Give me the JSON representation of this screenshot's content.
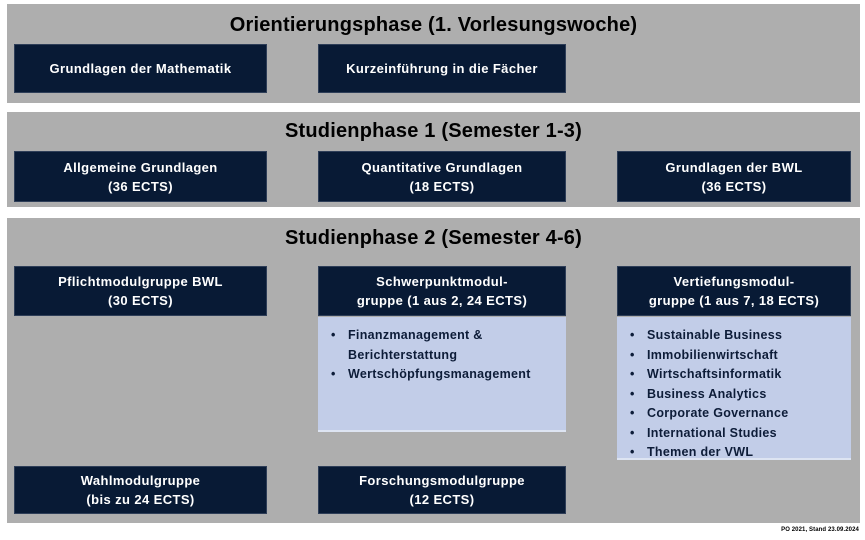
{
  "colors": {
    "band_gray": "#aeaeae",
    "module_navy": "#081a35",
    "list_light_blue": "#c2cde8"
  },
  "orientierungsphase": {
    "title": "Orientierungsphase (1. Vorlesungswoche)",
    "boxes": [
      "Grundlagen der Mathematik",
      "Kurzeinführung in die Fächer"
    ]
  },
  "studienphase1": {
    "title": "Studienphase 1 (Semester 1-3)",
    "boxes": [
      {
        "line1": "Allgemeine Grundlagen",
        "line2": "(36 ECTS)"
      },
      {
        "line1": "Quantitative Grundlagen",
        "line2": "(18 ECTS)"
      },
      {
        "line1": "Grundlagen der BWL",
        "line2": "(36 ECTS)"
      }
    ]
  },
  "studienphase2": {
    "title": "Studienphase 2 (Semester 4-6)",
    "pflicht": {
      "line1": "Pflichtmodulgruppe BWL",
      "line2": "(30 ECTS)"
    },
    "schwerpunkt": {
      "line1": "Schwerpunktmodul-",
      "line2": "gruppe (1 aus 2, 24 ECTS)",
      "items": [
        "Finanzmanagement & Berichterstattung",
        "Wertschöpfungsmanagement"
      ]
    },
    "vertiefung": {
      "line1": "Vertiefungsmodul-",
      "line2": "gruppe (1 aus 7, 18 ECTS)",
      "items": [
        "Sustainable Business",
        "Immobilienwirtschaft",
        "Wirtschaftsinformatik",
        "Business Analytics",
        "Corporate Governance",
        "International Studies",
        "Themen der VWL"
      ]
    },
    "wahl": {
      "line1": "Wahlmodulgruppe",
      "line2": "(bis zu 24 ECTS)"
    },
    "forschung": {
      "line1": "Forschungsmodulgruppe",
      "line2": "(12 ECTS)"
    }
  },
  "footnote": "PO 2021, Stand 23.09.2024"
}
